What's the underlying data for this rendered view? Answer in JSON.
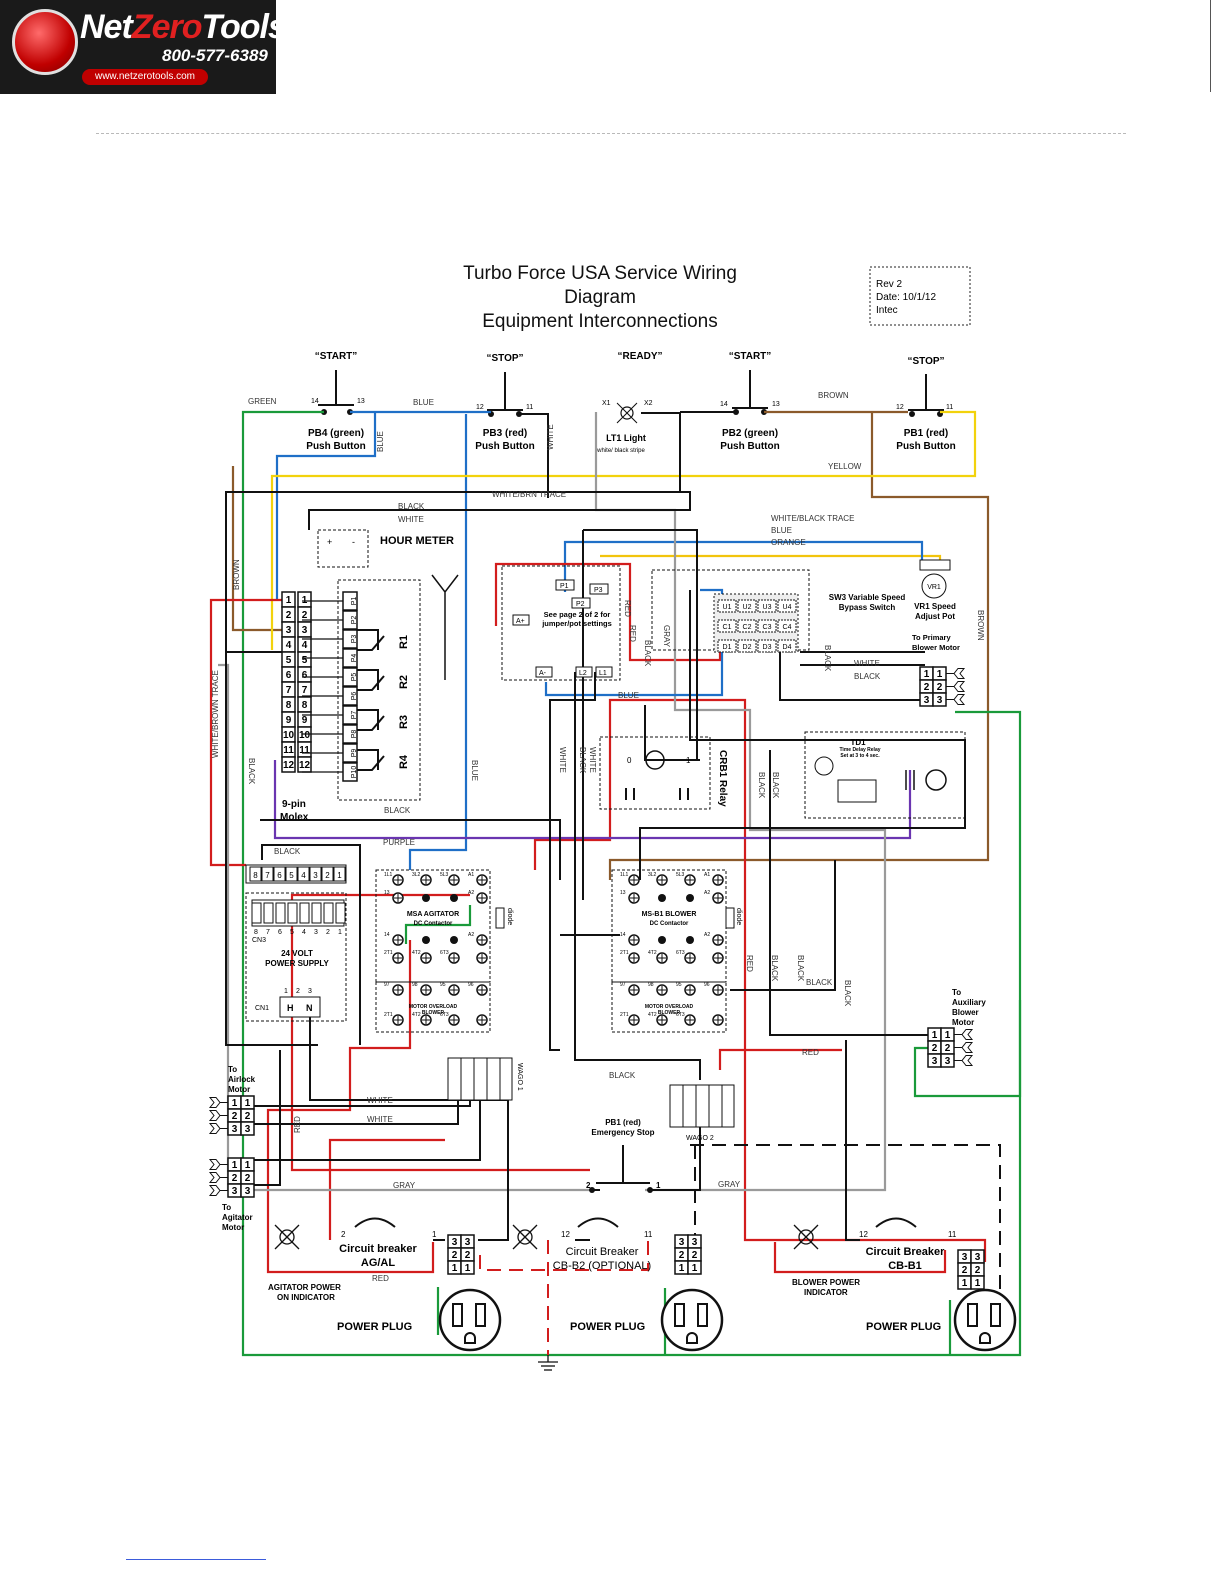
{
  "header": {
    "brand_prefix": "Net",
    "brand_zero": "Zero",
    "brand_suffix": "Tools",
    "phone": "800-577-6389",
    "url": "www.netzerotools.com"
  },
  "diagram": {
    "title_lines": [
      "Turbo Force USA Service Wiring",
      "Diagram",
      "Equipment Interconnections"
    ],
    "rev_box": [
      "Rev 2",
      "Date: 10/1/12",
      "Intec"
    ],
    "switches": [
      {
        "name": "PB4 (green)",
        "sub": "Push Button",
        "label": "“START”",
        "t1": "14",
        "t2": "13"
      },
      {
        "name": "PB3 (red)",
        "sub": "Push Button",
        "label": "“STOP”",
        "t1": "12",
        "t2": "11"
      },
      {
        "name": "LT1 Light",
        "sub": "white/ black stripe",
        "label": "“READY”",
        "t1": "X1",
        "t2": "X2"
      },
      {
        "name": "PB2 (green)",
        "sub": "Push Button",
        "label": "“START”",
        "t1": "14",
        "t2": "13"
      },
      {
        "name": "PB1 (red)",
        "sub": "Push Button",
        "label": "“STOP”",
        "t1": "12",
        "t2": "11"
      }
    ],
    "labels": {
      "hour_meter": "HOUR METER",
      "molex": "9-pin Molex",
      "jumper": "See page 2 of 2 for jumper/pot settings",
      "sw3": "SW3 Variable Speed Bypass Switch",
      "vr1": "VR1 Speed Adjust Pot",
      "vr1_tag": "VR1",
      "to_primary": "To Primary Blower Motor",
      "crb1": "CRB1 Relay",
      "td1": "TD1",
      "td1_sub": "Time Delay Relay Set at 3 to 4 sec.",
      "msa": "MSA AGITATOR DC Contactor",
      "msb1": "MS-B1 BLOWER DC Contactor",
      "overload": "MOTOR OVERLOAD BLOWER",
      "diode": "diode",
      "psu": "24 VOLT POWER SUPPLY",
      "cn3": "CN3",
      "cn1": "CN1",
      "to_airlock": "To Airlock Motor",
      "to_agitator": "To Agitator Motor",
      "to_aux": "To Auxiliary Blower Motor",
      "wago1": "WAGO 1",
      "wago2": "WAGO 2",
      "estop": "PB1 (red) Emergency Stop",
      "cb_agit": "Circuit breaker AG/AL",
      "cb_b2": "Circuit Breaker CB-B2 (OPTIONAL)",
      "cb_b1": "Circuit Breaker CB-B1",
      "agit_ind": "AGITATOR POWER ON INDICATOR",
      "blower_ind": "BLOWER POWER INDICATOR",
      "power_plug": "POWER PLUG",
      "relays": [
        "R1",
        "R2",
        "R3",
        "R4"
      ],
      "p_terms": [
        "P1",
        "P2",
        "P3",
        "P4",
        "P5",
        "P6",
        "P7",
        "P8",
        "P9",
        "P10"
      ],
      "board_terms": [
        "P1",
        "P2",
        "P3",
        "A+",
        "A-",
        "L2",
        "L1"
      ],
      "sw3_terms": [
        "U1",
        "U2",
        "U3",
        "U4",
        "C1",
        "C2",
        "C3",
        "C4",
        "D1",
        "D2",
        "D3",
        "D4"
      ]
    },
    "wire_labels": [
      "GREEN",
      "BLUE",
      "BLUE",
      "WHITE",
      "BROWN",
      "YELLOW",
      "WHITE/BRN TRACE",
      "BROWN",
      "BLACK",
      "WHITE",
      "WHITE/BLACK TRACE",
      "BLUE",
      "ORANGE",
      "RED",
      "BLACK",
      "GRAY",
      "BLUE",
      "BLACK",
      "WHITE",
      "BLACK",
      "BROWN",
      "RED",
      "WHITE/BROWN TRACE",
      "BLACK",
      "BLUE",
      "BLACK",
      "PURPLE",
      "BLACK",
      "WHITE",
      "BLACK",
      "WHITE",
      "BLACK",
      "BLACK",
      "RED",
      "BLACK",
      "BLACK",
      "BLACK",
      "BLACK",
      "RED",
      "BLACK",
      "WHITE",
      "WHITE",
      "RED",
      "GRAY",
      "GRAY",
      "RED"
    ]
  }
}
